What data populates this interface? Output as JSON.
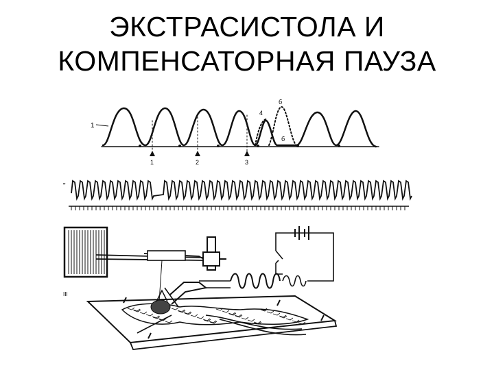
{
  "slide": {
    "title_line1": "ЭКСТРАСИСТОЛА И",
    "title_line2": "КОМПЕНСАТОРНАЯ ПАУЗА"
  },
  "figure": {
    "trace_label": "1",
    "trace2_label": "\"",
    "stim_labels": [
      "1",
      "2",
      "3"
    ],
    "wave_labels": [
      "4",
      "б",
      "б"
    ],
    "apparatus_label": "III",
    "colors": {
      "ink": "#111111",
      "paper": "#ffffff"
    }
  }
}
